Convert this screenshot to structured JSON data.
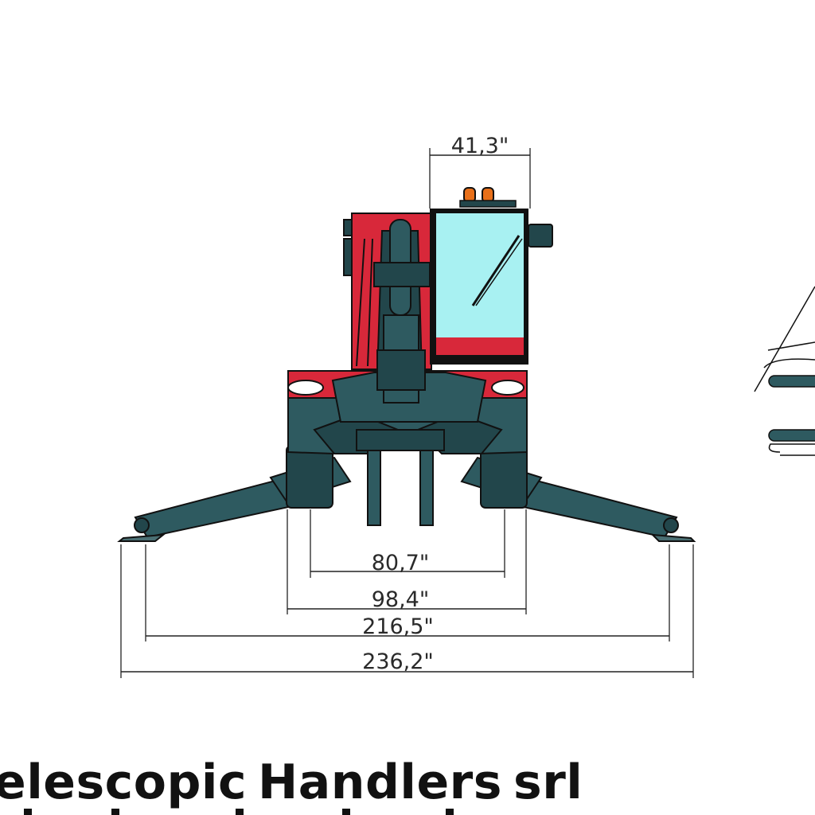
{
  "colors": {
    "teal": "#2e5a60",
    "teal_dark": "#22464b",
    "red": "#d8283a",
    "glass": "#a8f1f2",
    "beacon": "#e8701a"
  },
  "dimensions": {
    "cab_width": "41,3\"",
    "track_inner": "80,7\"",
    "track_outer": "98,4\"",
    "stabilizer_inner": "216,5\"",
    "stabilizer_outer": "236,2\""
  },
  "footer": {
    "word1": "elescopic",
    "word2": "Handlers",
    "word3": "srl"
  }
}
